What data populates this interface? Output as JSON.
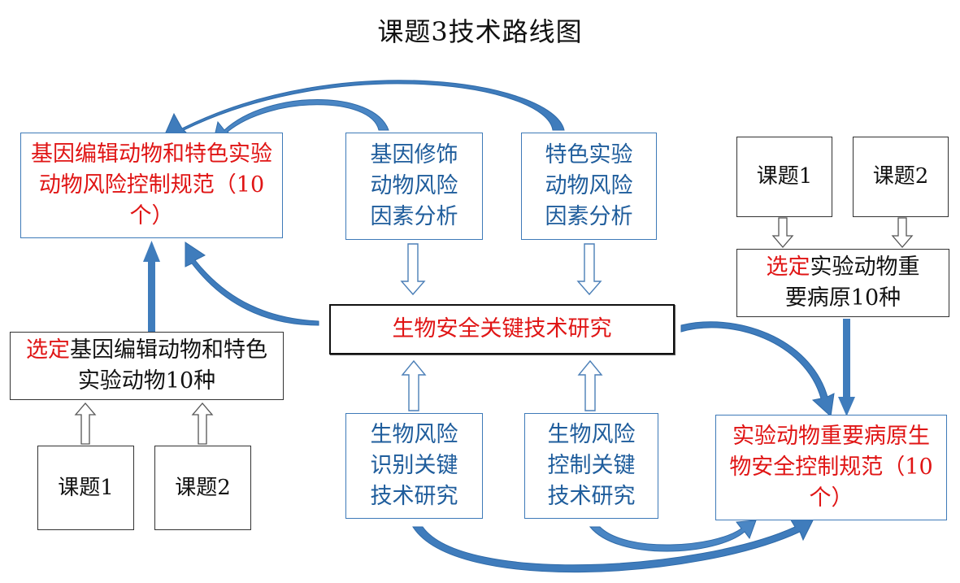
{
  "title": "课题3技术路线图",
  "boxes": {
    "spec_gene_edited": "基因编辑动物和特色实验动物风险控制规范（10个）",
    "gene_modified_risk": "基因修饰动物风险因素分析",
    "special_animal_risk": "特色实验动物风险因素分析",
    "left_topic1": "课题1",
    "left_topic2": "课题2",
    "right_topic1": "课题1",
    "right_topic2": "课题2",
    "select_left_prefix": "选定",
    "select_left_rest": "基因编辑动物和特色实验动物10种",
    "select_right_prefix": "选定",
    "select_right_rest": "实验动物重要病原10种",
    "center": "生物安全关键技术研究",
    "risk_identify": "生物风险识别关键技术研究",
    "risk_control": "生物风险控制关键技术研究",
    "spec_pathogen": "实验动物重要病原生物安全控制规范（10个）"
  },
  "colors": {
    "red": "#e01515",
    "blue_text": "#1f5d9c",
    "blue_border": "#3e7ab8",
    "arrow_blue": "#3f7cbc"
  }
}
